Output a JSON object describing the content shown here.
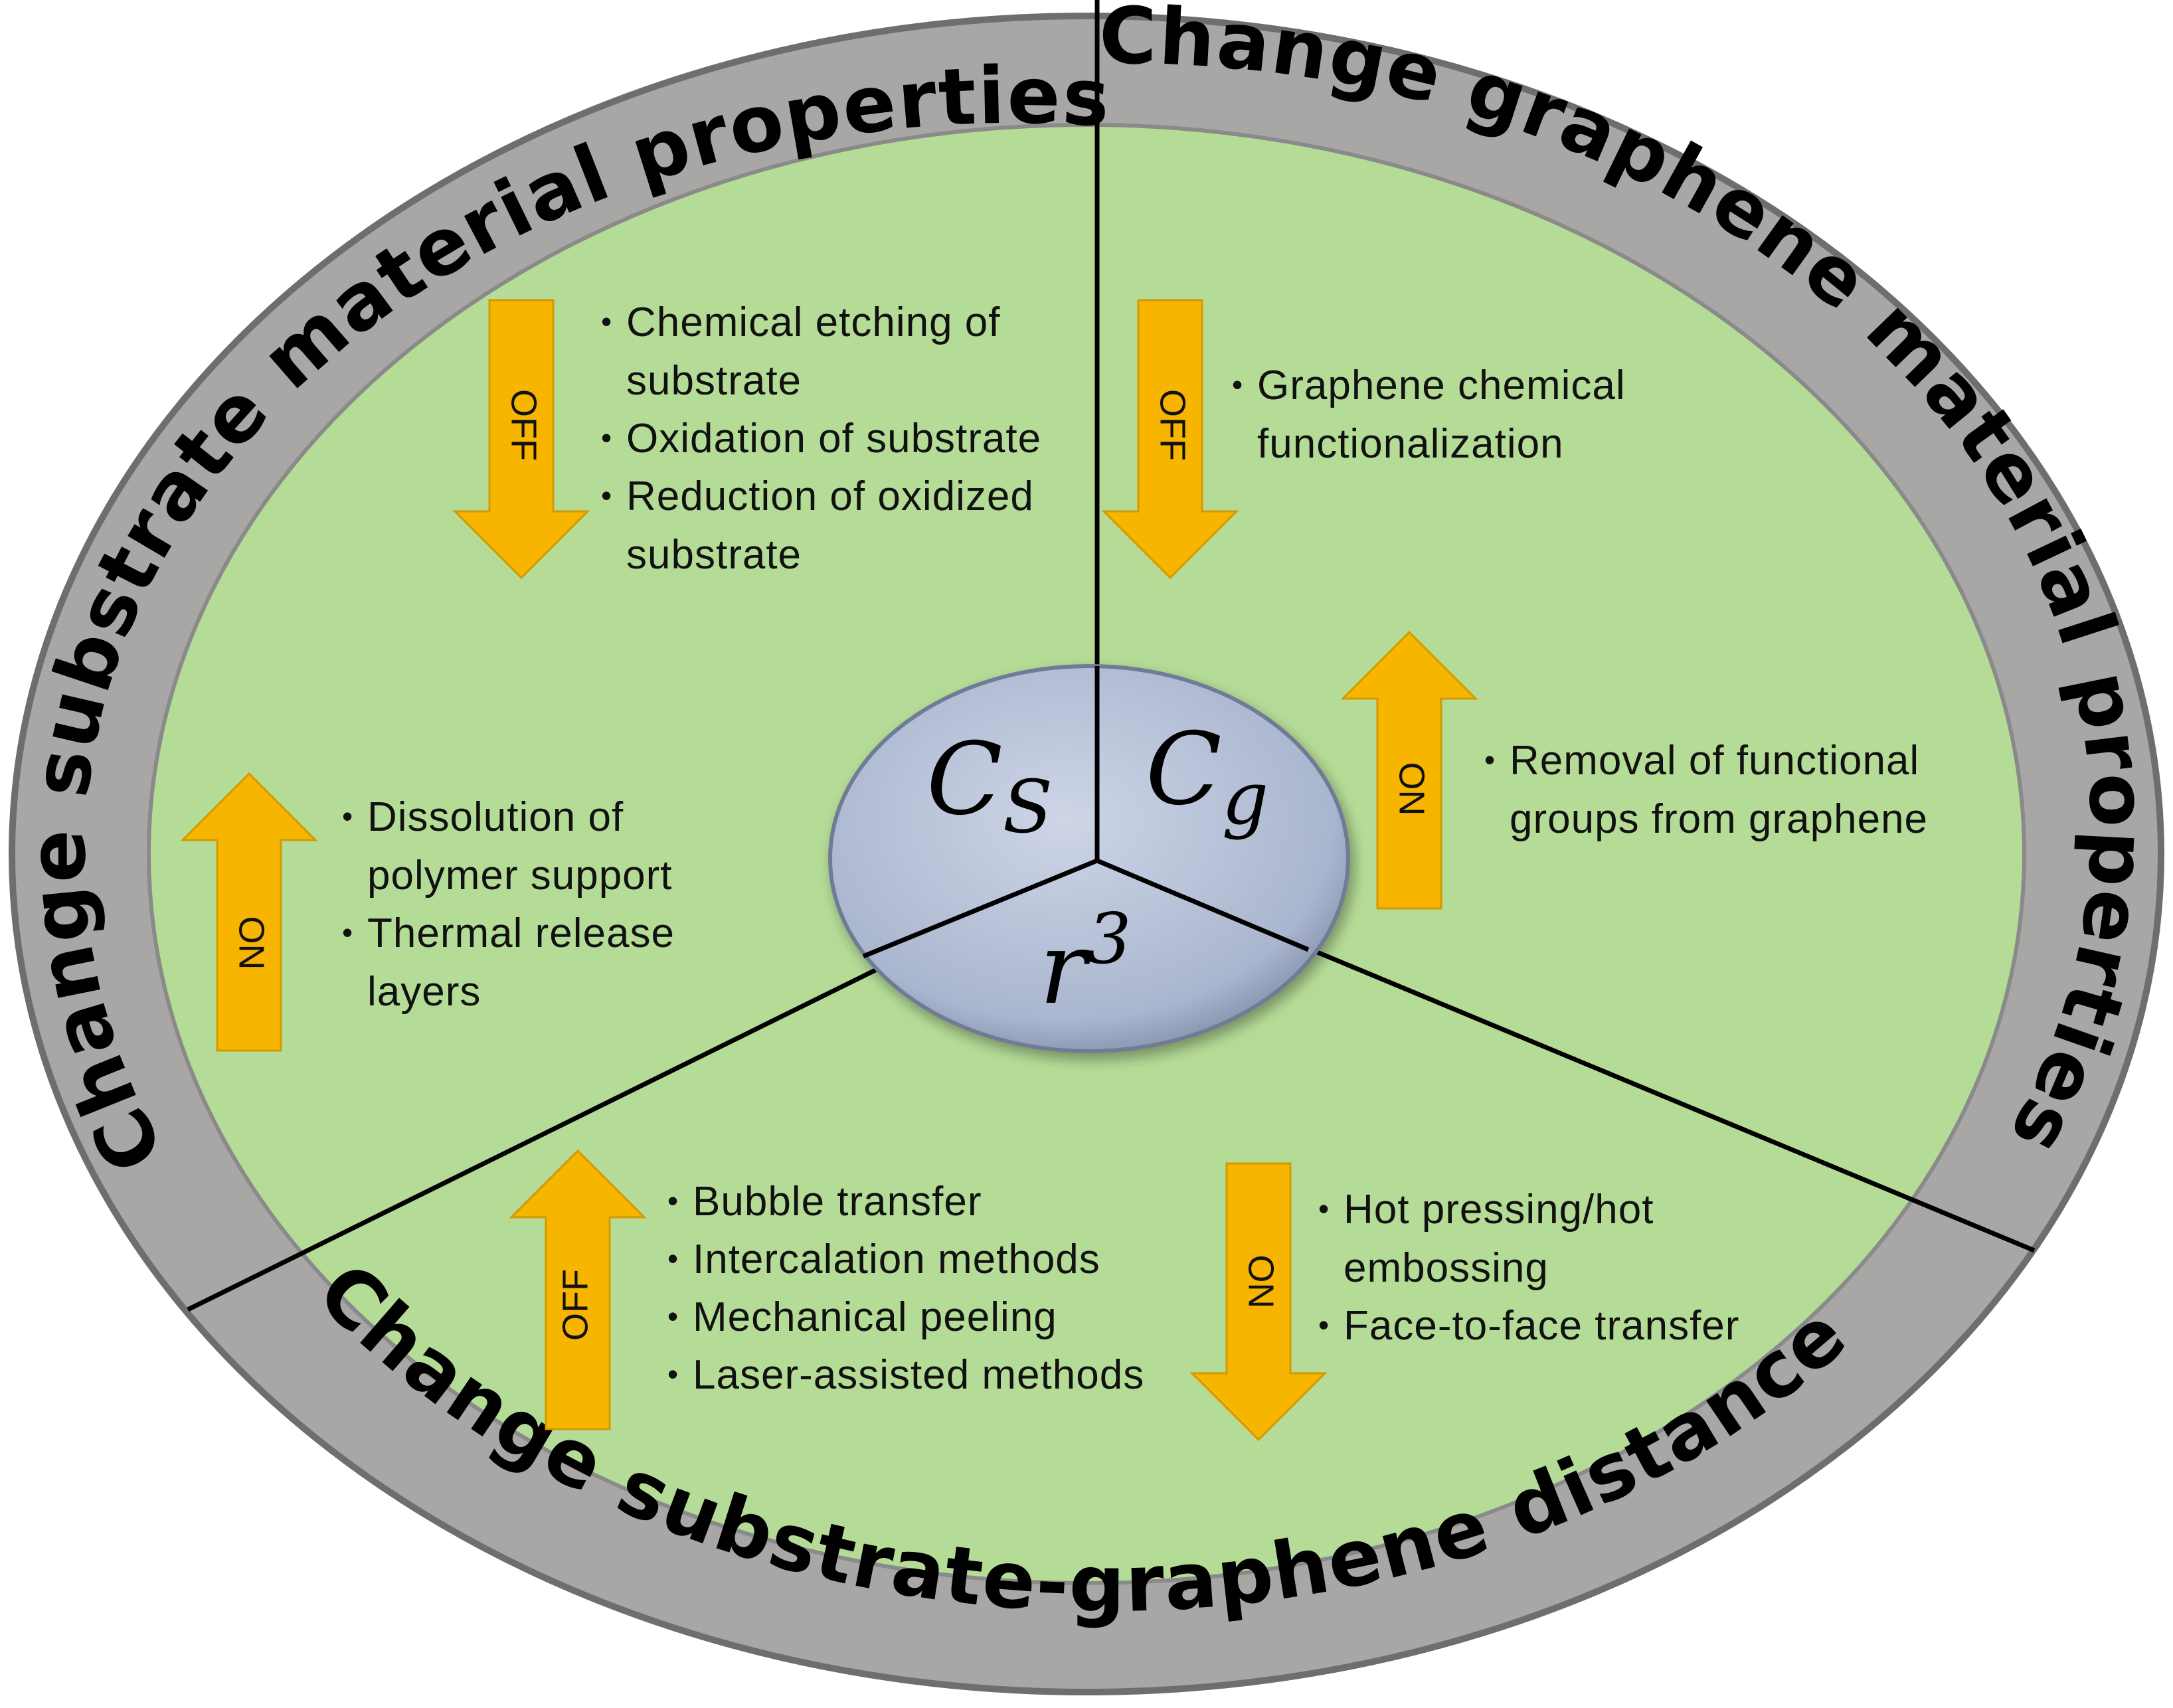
{
  "ring_labels": {
    "substrate": "Change substrate material properties",
    "graphene": "Change graphene material properties",
    "distance": "Change substrate-graphene distance"
  },
  "center": {
    "cs_main": "C",
    "cs_sub": "S",
    "cg_main": "C",
    "cg_sub": "g",
    "r_main": "r",
    "r_sup": "3"
  },
  "sections": {
    "substrate_off": {
      "arrow": "OFF",
      "items": [
        "Chemical etching of",
        "substrate",
        "Oxidation of substrate",
        "Reduction of oxidized",
        "substrate"
      ]
    },
    "substrate_on": {
      "arrow": "ON",
      "items": [
        "Dissolution of",
        "polymer support",
        "Thermal release",
        "layers"
      ]
    },
    "graphene_off": {
      "arrow": "OFF",
      "items": [
        "Graphene  chemical",
        "functionalization"
      ]
    },
    "graphene_on": {
      "arrow": "ON",
      "items": [
        "Removal of functional",
        "groups from graphene"
      ]
    },
    "distance_off": {
      "arrow": "OFF",
      "items": [
        "Bubble transfer",
        "Intercalation methods",
        "Mechanical peeling",
        "Laser-assisted methods"
      ]
    },
    "distance_on": {
      "arrow": "ON",
      "items": [
        "Hot pressing/hot",
        "embossing",
        "Face-to-face transfer"
      ]
    }
  },
  "colors": {
    "ring": "#a9a6a6",
    "inner": "#b5dc97",
    "arrow": "#f7b500",
    "center": "#b5c0d6"
  }
}
